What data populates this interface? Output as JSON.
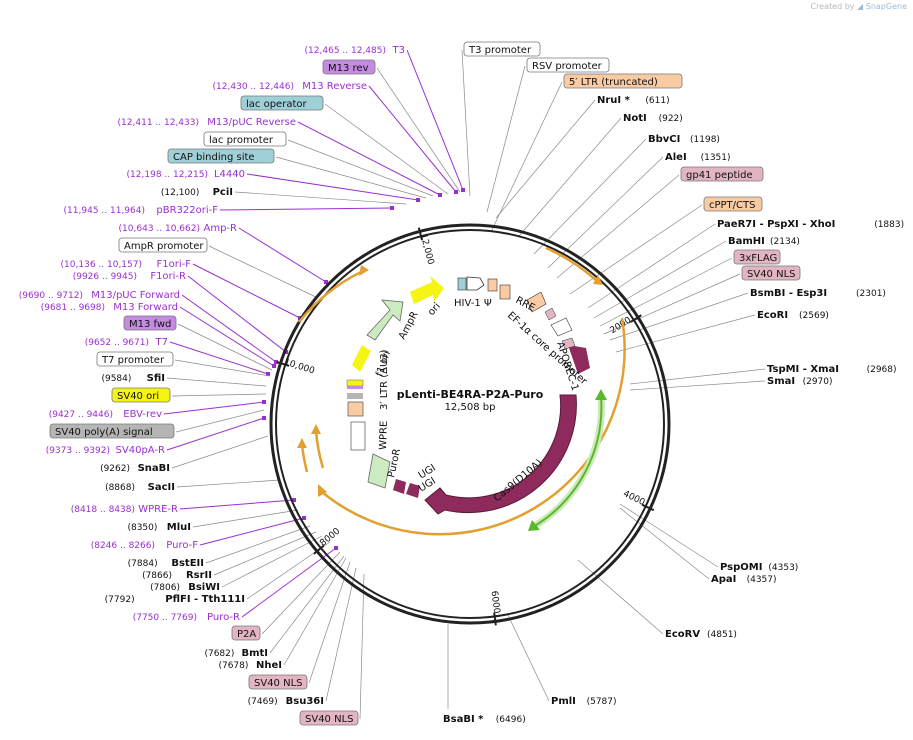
{
  "credit": {
    "prefix": "Created by",
    "brand": "SnapGene"
  },
  "map": {
    "name": "pLenti-BE4RA-P2A-Puro",
    "size_label": "12,508 bp",
    "total_bp": 12508,
    "ring_ticks": [
      {
        "bp": 2000,
        "label": "2000"
      },
      {
        "bp": 4000,
        "label": "4000"
      },
      {
        "bp": 6000,
        "label": "6000"
      },
      {
        "bp": 8000,
        "label": "8000"
      },
      {
        "bp": 10000,
        "label": "10,000"
      },
      {
        "bp": 12000,
        "label": "12,000"
      }
    ]
  },
  "colors": {
    "primer": "#9a2fd0",
    "enzyme_text": "#111111",
    "line": "#8a8a8a",
    "orange_feature": "#f9cba3",
    "cyan_feature": "#9fd0d8",
    "yellow_feature": "#f5f513",
    "pink_feature": "#e3b5c3",
    "purple_feature": "#c58be0",
    "gray_feature": "#b5b5b5",
    "cas9": "#8e2a5c",
    "promoter_green": "#5ab82c",
    "arc_orange": "#e2a030"
  },
  "right_labels": [
    {
      "id": "t3-promoter",
      "kind": "box",
      "text": "T3 promoter",
      "fill": "#ffffff"
    },
    {
      "id": "rsv-promoter",
      "kind": "box",
      "text": "RSV promoter",
      "fill": "#ffffff"
    },
    {
      "id": "ltr-truncated",
      "kind": "box",
      "text": "5′ LTR (truncated)",
      "fill": "#f9cba3"
    },
    {
      "id": "nrui",
      "kind": "enzyme",
      "name": "NruI *",
      "pos": "(611)"
    },
    {
      "id": "noti",
      "kind": "enzyme",
      "name": "NotI",
      "pos": "(922)"
    },
    {
      "id": "bbvci",
      "kind": "enzyme",
      "name": "BbvCI",
      "pos": "(1198)"
    },
    {
      "id": "alei",
      "kind": "enzyme",
      "name": "AleI",
      "pos": "(1351)"
    },
    {
      "id": "gp41",
      "kind": "box",
      "text": "gp41 peptide",
      "fill": "#e3b5c3"
    },
    {
      "id": "cppt",
      "kind": "box",
      "text": "cPPT/CTS",
      "fill": "#f9cba3"
    },
    {
      "id": "paer7i",
      "kind": "enzyme",
      "name": "PaeR7I  - PspXI  - XhoI",
      "pos": "(1883)"
    },
    {
      "id": "bamhi",
      "kind": "enzyme",
      "name": "BamHI",
      "pos": "(2134)"
    },
    {
      "id": "3xflag",
      "kind": "box",
      "text": "3xFLAG",
      "fill": "#e3b5c3"
    },
    {
      "id": "sv40nls-r",
      "kind": "box",
      "text": "SV40 NLS",
      "fill": "#e3b5c3"
    },
    {
      "id": "bsmbi",
      "kind": "enzyme",
      "name": "BsmBI   - Esp3I",
      "pos": "(2301)"
    },
    {
      "id": "ecori",
      "kind": "enzyme",
      "name": "EcoRI",
      "pos": "(2569)"
    },
    {
      "id": "tspmi",
      "kind": "enzyme",
      "name": "TspMI   - XmaI",
      "pos": "(2968)"
    },
    {
      "id": "smai",
      "kind": "enzyme",
      "name": "SmaI",
      "pos": "(2970)"
    },
    {
      "id": "pspomi",
      "kind": "enzyme",
      "name": "PspOMI",
      "pos": "(4353)"
    },
    {
      "id": "apai",
      "kind": "enzyme",
      "name": "ApaI",
      "pos": "(4357)"
    },
    {
      "id": "ecorv",
      "kind": "enzyme",
      "name": "EcoRV",
      "pos": "(4851)"
    },
    {
      "id": "pmli",
      "kind": "enzyme",
      "name": "PmlI",
      "pos": "(5787)"
    }
  ],
  "left_labels": [
    {
      "id": "t3",
      "kind": "primer",
      "name": "T3",
      "pos": "(12,465 .. 12,485)"
    },
    {
      "id": "m13rev",
      "kind": "box",
      "text": "M13 rev",
      "fill": "#c58be0"
    },
    {
      "id": "m13reverse",
      "kind": "primer",
      "name": "M13 Reverse",
      "pos": "(12,430 .. 12,446)"
    },
    {
      "id": "lacop",
      "kind": "box",
      "text": "lac operator",
      "fill": "#9fd0d8"
    },
    {
      "id": "m13puc",
      "kind": "primer",
      "name": "M13/pUC Reverse",
      "pos": "(12,411 .. 12,433)"
    },
    {
      "id": "lacprom",
      "kind": "box",
      "text": "lac promoter",
      "fill": "#ffffff"
    },
    {
      "id": "cap",
      "kind": "box",
      "text": "CAP binding site",
      "fill": "#9fd0d8"
    },
    {
      "id": "l4440",
      "kind": "primer",
      "name": "L4440",
      "pos": "(12,198 .. 12,215)"
    },
    {
      "id": "pcii",
      "kind": "enzyme",
      "name": "PciI",
      "pos": "(12,100)"
    },
    {
      "id": "pbr322",
      "kind": "primer",
      "name": "pBR322ori-F",
      "pos": "(11,945 .. 11,964)"
    },
    {
      "id": "ampr-p",
      "kind": "primer",
      "name": "Amp-R",
      "pos": "(10,643 .. 10,662)"
    },
    {
      "id": "amprprom",
      "kind": "box",
      "text": "AmpR promoter",
      "fill": "#ffffff"
    },
    {
      "id": "f1orif",
      "kind": "primer",
      "name": "F1ori-F",
      "pos": "(10,136 .. 10,157)"
    },
    {
      "id": "f1orir",
      "kind": "primer",
      "name": "F1ori-R",
      "pos": "(9926 .. 9945)"
    },
    {
      "id": "m13pucf",
      "kind": "primer",
      "name": "M13/pUC Forward",
      "pos": "(9690 .. 9712)"
    },
    {
      "id": "m13f",
      "kind": "primer",
      "name": "M13 Forward",
      "pos": "(9681 .. 9698)"
    },
    {
      "id": "m13fwd",
      "kind": "box",
      "text": "M13 fwd",
      "fill": "#c58be0"
    },
    {
      "id": "t7",
      "kind": "primer",
      "name": "T7",
      "pos": "(9652 .. 9671)"
    },
    {
      "id": "t7prom",
      "kind": "box",
      "text": "T7 promoter",
      "fill": "#ffffff"
    },
    {
      "id": "sfii",
      "kind": "enzyme",
      "name": "SfiI",
      "pos": "(9584)"
    },
    {
      "id": "sv40ori",
      "kind": "box",
      "text": "SV40 ori",
      "fill": "#f5f513"
    },
    {
      "id": "ebvrev",
      "kind": "primer",
      "name": "EBV-rev",
      "pos": "(9427 .. 9446)"
    },
    {
      "id": "sv40pa",
      "kind": "box",
      "text": "SV40 poly(A) signal",
      "fill": "#b5b5b5"
    },
    {
      "id": "sv40par",
      "kind": "primer",
      "name": "SV40pA-R",
      "pos": "(9373 .. 9392)"
    },
    {
      "id": "snabi",
      "kind": "enzyme",
      "name": "SnaBI",
      "pos": "(9262)"
    },
    {
      "id": "sacii",
      "kind": "enzyme",
      "name": "SacII",
      "pos": "(8868)"
    },
    {
      "id": "wprer",
      "kind": "primer",
      "name": "WPRE-R",
      "pos": "(8418 .. 8438)"
    },
    {
      "id": "mlui",
      "kind": "enzyme",
      "name": "MluI",
      "pos": "(8350)"
    },
    {
      "id": "purof",
      "kind": "primer",
      "name": "Puro-F",
      "pos": "(8246 .. 8266)"
    },
    {
      "id": "bsteii",
      "kind": "enzyme",
      "name": "BstEII",
      "pos": "(7884)"
    },
    {
      "id": "rsrii",
      "kind": "enzyme",
      "name": "RsrII",
      "pos": "(7866)"
    },
    {
      "id": "bsiwi",
      "kind": "enzyme",
      "name": "BsiWI",
      "pos": "(7806)"
    },
    {
      "id": "pflfi",
      "kind": "enzyme",
      "name": "PflFI  - Tth111I",
      "pos": "(7792)"
    },
    {
      "id": "puror",
      "kind": "primer",
      "name": "Puro-R",
      "pos": "(7750 .. 7769)"
    },
    {
      "id": "p2a",
      "kind": "box",
      "text": "P2A",
      "fill": "#e3b5c3"
    },
    {
      "id": "bmti",
      "kind": "enzyme",
      "name": "BmtI",
      "pos": "(7682)"
    },
    {
      "id": "nhei",
      "kind": "enzyme",
      "name": "NheI",
      "pos": "(7678)"
    },
    {
      "id": "sv40nls-l1",
      "kind": "box",
      "text": "SV40 NLS",
      "fill": "#e3b5c3"
    },
    {
      "id": "bsu36i",
      "kind": "enzyme",
      "name": "Bsu36I",
      "pos": "(7469)"
    },
    {
      "id": "sv40nls-l2",
      "kind": "box",
      "text": "SV40 NLS",
      "fill": "#e3b5c3"
    }
  ],
  "bottom_labels": [
    {
      "id": "bsabi",
      "kind": "enzyme",
      "name": "BsaBI *",
      "pos": "(6496)"
    }
  ],
  "inner_labels": {
    "hiv": "HIV-1 Ψ",
    "rre": "RRE",
    "ef1a": "EF-1α core promoter",
    "apobec": "APOBEC-1",
    "cas9": "Cas9(D10A)",
    "ugi1": "UGI",
    "ugi2": "UGI",
    "puror": "PuroR",
    "wpre": "WPRE",
    "ltr3": "3′ LTR (ΔU3)",
    "f1ori": "f1 ori",
    "ampr": "AmpR",
    "ori": "ori"
  }
}
